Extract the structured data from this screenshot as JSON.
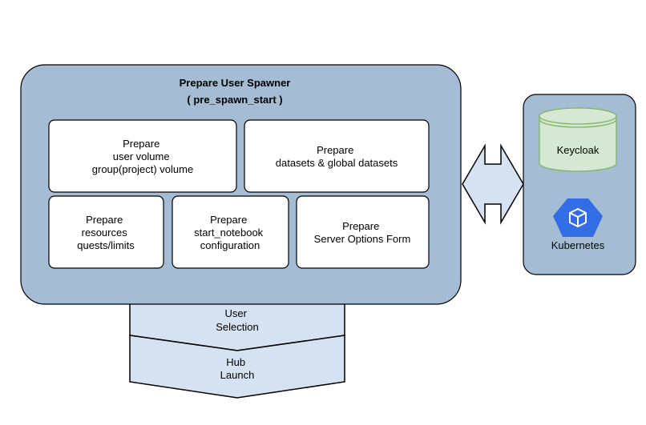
{
  "spawner": {
    "title": "Prepare User Spawner",
    "subtitle": "( pre_spawn_start )",
    "boxes": [
      {
        "lines": [
          "Prepare",
          "user volume",
          "group(project) volume"
        ]
      },
      {
        "lines": [
          "Prepare",
          "datasets & global datasets"
        ]
      },
      {
        "lines": [
          "Prepare",
          "resources",
          "quests/limits"
        ]
      },
      {
        "lines": [
          "Prepare",
          "start_notebook",
          "configuration"
        ]
      },
      {
        "lines": [
          "Prepare",
          "Server Options Form"
        ]
      }
    ]
  },
  "flow": [
    {
      "lines": [
        "User",
        "Selection"
      ]
    },
    {
      "lines": [
        "Hub",
        "Launch"
      ]
    }
  ],
  "services": {
    "keycloak": {
      "label": "Keycloak"
    },
    "kubernetes": {
      "label": "Kubernetes"
    }
  },
  "colors": {
    "panel_fill": "#a4bdd4",
    "box_fill": "#ffffff",
    "chevron_fill": "#d5e2f2",
    "cylinder_fill": "#d5e8d4",
    "cylinder_stroke": "#82b366",
    "k8s_blue": "#326de6"
  },
  "icons": {
    "kubernetes": "kubernetes-cube-icon",
    "keycloak": "database-cylinder-icon",
    "connector": "double-arrow-icon"
  }
}
